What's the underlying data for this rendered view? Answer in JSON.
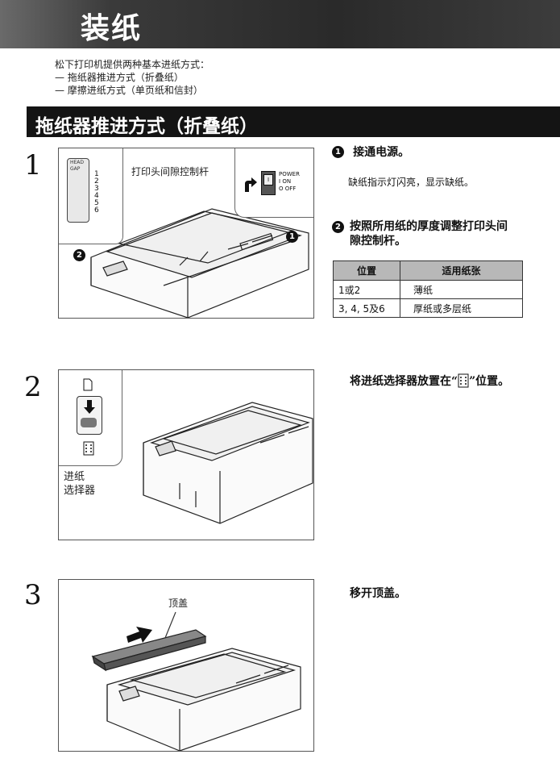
{
  "page": {
    "title": "装纸",
    "intro": [
      "松下打印机提供两种基本进纸方式：",
      "— 拖纸器推进方式（折叠纸）",
      "— 摩擦进纸方式（单页纸和信封）"
    ],
    "section_title": "拖纸器推进方式（折叠纸）"
  },
  "step1": {
    "number": "1",
    "lever_label": "打印头间隙控制杆",
    "lever_scale": [
      "1",
      "2",
      "3",
      "4",
      "5",
      "6"
    ],
    "lever_side_text": "HEAD GAP",
    "power_label": "POWER",
    "on_label": "ON",
    "off_label": "OFF",
    "switch_on_mark": "I",
    "switch_off_mark": "O",
    "marker_1": "1",
    "marker_2": "2",
    "instructions": [
      {
        "marker": "1",
        "text": "接通电源。",
        "detail": "缺纸指示灯闪亮，显示缺纸。"
      },
      {
        "marker": "2",
        "text": "按照所用纸的厚度调整打印头间隙控制杆。",
        "detail": ""
      }
    ],
    "table": {
      "headers": [
        "位置",
        "适用纸张"
      ],
      "rows": [
        [
          "1或2",
          "薄纸"
        ],
        [
          "3, 4, 5及6",
          "厚纸或多层纸"
        ]
      ]
    }
  },
  "step2": {
    "number": "2",
    "selector_label_line1": "进纸",
    "selector_label_line2": "选择器",
    "instruction_before": "将进纸选择器放置在“",
    "instruction_after": "”位置。"
  },
  "step3": {
    "number": "3",
    "cover_label": "顶盖",
    "instruction": "移开顶盖。"
  }
}
